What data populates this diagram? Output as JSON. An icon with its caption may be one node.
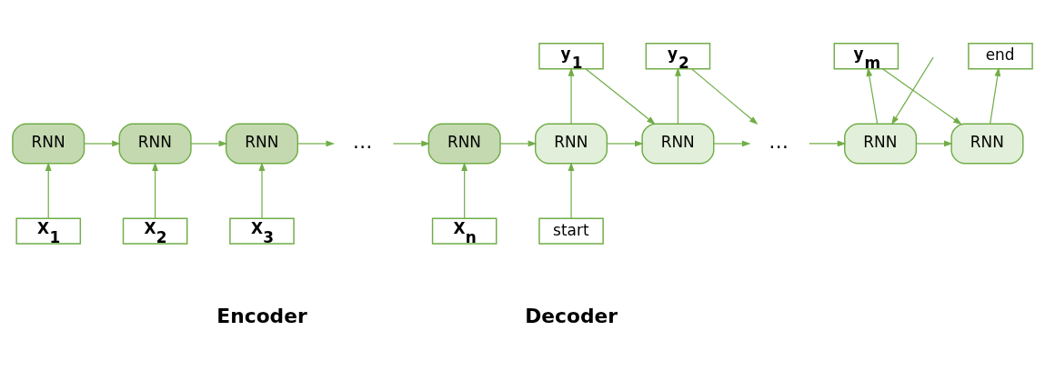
{
  "diagram": {
    "nodes": [
      {
        "text": [
          "y$_{1}$"
        ]
      },
      {
        "text": [
          "y$_{2}$"
        ]
      },
      {
        "text": [
          "y$_{m}$"
        ]
      },
      {
        "text": [
          "end"
        ]
      },
      {
        "text": [
          "RNN"
        ]
      },
      {
        "text": [
          "RNN"
        ]
      },
      {
        "text": [
          "RNN"
        ]
      },
      {
        "text": [
          "…"
        ]
      },
      {
        "text": [
          "RNN"
        ]
      },
      {
        "text": [
          "RNN"
        ]
      },
      {
        "text": [
          "RNN"
        ]
      },
      {
        "text": [
          "…"
        ]
      },
      {
        "text": [
          "RNN"
        ]
      },
      {
        "text": [
          "RNN"
        ]
      },
      {
        "text": [
          "X$_{1}$"
        ]
      },
      {
        "text": [
          "X$_{2}$"
        ]
      },
      {
        "text": [
          "X$_{3}$"
        ]
      },
      {
        "text": [
          "X$_{n}$"
        ]
      },
      {
        "text": [
          "start"
        ]
      }
    ],
    "edges": [
      {
        "from": 14,
        "to": 4,
        "arrow": "to"
      },
      {
        "from": 15,
        "to": 5,
        "arrow": "to"
      },
      {
        "from": 16,
        "to": 6,
        "arrow": "to"
      },
      {
        "from": 17,
        "to": 8,
        "arrow": "to"
      },
      {
        "from": 18,
        "to": 9,
        "arrow": "to"
      },
      {
        "from": 4,
        "to": 5,
        "arrow": "to"
      },
      {
        "from": 5,
        "to": 6,
        "arrow": "to"
      },
      {
        "from": 6,
        "to": 7,
        "arrow": "to"
      },
      {
        "from": 7,
        "to": 8,
        "arrow": "to"
      },
      {
        "from": 8,
        "to": 9,
        "arrow": "to"
      },
      {
        "from": 9,
        "to": 10,
        "arrow": "to"
      },
      {
        "from": 10,
        "to": 11,
        "arrow": "to"
      },
      {
        "from": 11,
        "to": 12,
        "arrow": "to"
      },
      {
        "from": 12,
        "to": 13,
        "arrow": "to"
      },
      {
        "from": 9,
        "to": 0,
        "arrow": "to"
      },
      {
        "from": 10,
        "to": 1,
        "arrow": "to"
      },
      {
        "from": 12,
        "to": 2,
        "arrow": "to"
      },
      {
        "from": 13,
        "to": 3,
        "arrow": "to"
      },
      {
        "from": 0,
        "to": 10,
        "arrow": "to"
      },
      {
        "from": 1,
        "to": 11,
        "arrow": "to"
      },
      {
        "from": null,
        "to": 12,
        "arrow": "to"
      },
      {
        "from": 2,
        "to": 13,
        "arrow": "to"
      }
    ],
    "labels": [
      "Encoder",
      "Decoder"
    ]
  }
}
